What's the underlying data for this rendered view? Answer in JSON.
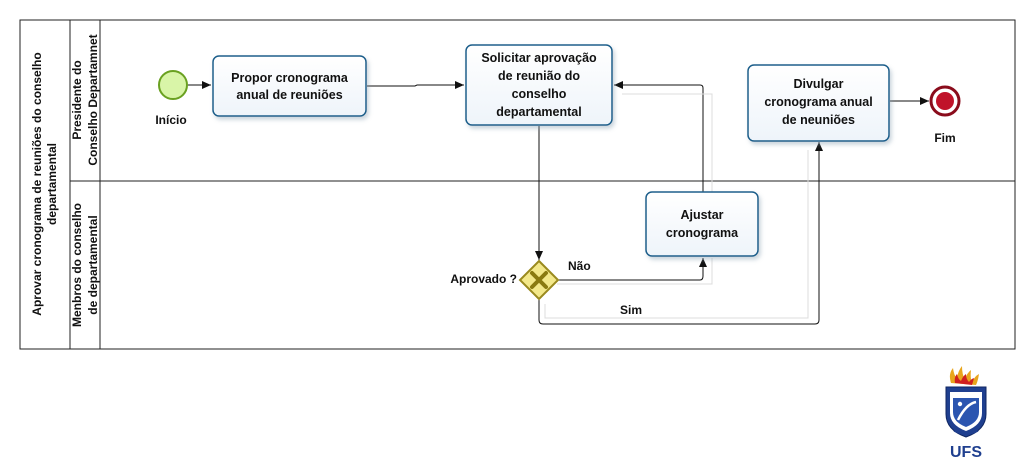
{
  "pool": {
    "title_line1": "Aprovar cronograma de reuniões do conselho",
    "title_line2": "departamental"
  },
  "lanes": [
    {
      "line1": "Presidente do",
      "line2": "Conselho Departamnet"
    },
    {
      "line1": "Menbros do conselho",
      "line2": "de departamental"
    }
  ],
  "events": {
    "start_label": "Início",
    "end_label": "Fim"
  },
  "tasks": {
    "propor": [
      "Propor cronograma",
      "anual de reuniões"
    ],
    "solicitar": [
      "Solicitar aprovação",
      "de reunião do",
      "conselho",
      "departamental"
    ],
    "ajustar": [
      "Ajustar",
      "cronograma"
    ],
    "divulgar": [
      "Divulgar",
      "cronograma anual",
      "de neuniões"
    ]
  },
  "gateway": {
    "label": "Aprovado ?",
    "no_label": "Não",
    "yes_label": "Sim"
  },
  "logo": {
    "text": "UFS"
  },
  "colors": {
    "start_fill": "#d9f5a8",
    "start_stroke": "#6aa121",
    "end_fill": "#c0132a",
    "end_stroke": "#8a0c1c",
    "task_stroke": "#1f5f8b",
    "gateway_fill": "#f3e88a",
    "gateway_stroke": "#9a8a1e",
    "gateway_x": "#8a7a10"
  }
}
